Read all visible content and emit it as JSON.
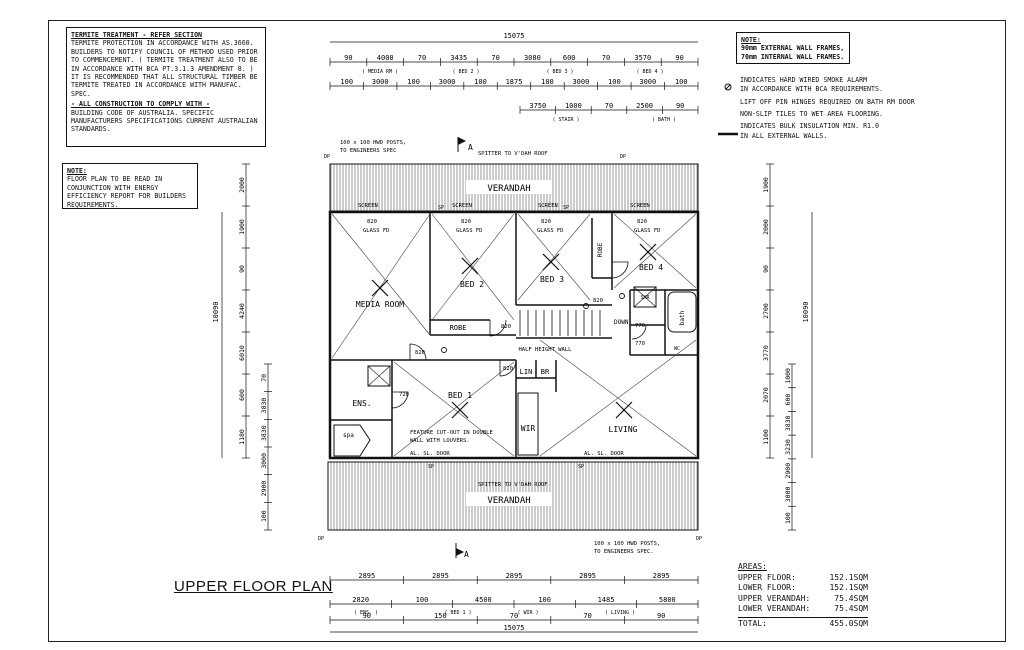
{
  "termite_note": {
    "heading": "TERMITE TREATMENT - REFER SECTION",
    "body": "TERMITE PROTECTION IN ACCORDANCE WITH AS.3660. BUILDERS TO NOTIFY COUNCIL OF METHOD USED PRIOR TO COMMENCEMENT. ( TERMITE TREATMENT ALSO TO BE IN ACCORDANCE WITH BCA PT.3.1.3 AMENDMENT 8. ) IT IS RECOMMENDED THAT ALL STRUCTURAL TIMBER BE TERMITE TREATED IN ACCORDANCE WITH MANUFAC. SPEC.",
    "construction_heading": "- ALL CONSTRUCTION TO COMPLY WITH -",
    "construction_body": "BUILDING CODE OF AUSTRALIA. SPECIFIC MANUFACTURERS SPECIFICATIONS CURRENT AUSTRALIAN STANDARDS."
  },
  "floor_note": {
    "heading": "NOTE:",
    "body": "FLOOR PLAN TO BE READ IN CONJUNCTION WITH ENERGY EFFICIENCY REPORT FOR BUILDERS REQUIREMENTS."
  },
  "wall_note": {
    "heading": "NOTE:",
    "line1": "90mm EXTERNAL WALL FRAMES,",
    "line2": "70mm INTERNAL WALL FRAMES."
  },
  "legend": {
    "smoke_alarm_1": "INDICATES HARD WIRED SMOKE ALARM",
    "smoke_alarm_2": "IN ACCORDANCE WITH BCA REQUIREMENTS.",
    "hinges": "LIFT OFF PIN HINGES REQUIRED ON BATH RM DOOR",
    "tiles": "NON-SLIP TILES TO WET AREA FLOORING.",
    "insulation_1": "INDICATES BULK INSULATION MIN. R1.0",
    "insulation_2": "IN ALL EXTERNAL WALLS."
  },
  "title": "UPPER FLOOR PLAN",
  "areas": {
    "heading": "AREAS:",
    "rows": [
      {
        "label": "UPPER FLOOR:",
        "value": "152.1sqm"
      },
      {
        "label": "LOWER FLOOR:",
        "value": "152.1sqm"
      },
      {
        "label": "UPPER VERANDAH:",
        "value": "75.4sqm"
      },
      {
        "label": "LOWER VERANDAH:",
        "value": "75.4sqm"
      }
    ],
    "total_label": "TOTAL:",
    "total_value": "455.0sqm"
  },
  "plan": {
    "rooms": {
      "media": "MEDIA ROOM",
      "bed2": "BED 2",
      "bed3": "BED 3",
      "bed4": "BED 4",
      "bed1": "BED 1",
      "living": "LIVING",
      "ens": "ENS.",
      "wir": "WIR",
      "lin": "LIN",
      "br": "BR",
      "robe": "ROBE",
      "robe_v": "ROBE",
      "verandah_top": "VERANDAH",
      "verandah_bottom": "VERANDAH",
      "bath": "bath",
      "spa": "spa",
      "shr": "SHR",
      "wc": "WC",
      "down": "DOWN",
      "half_wall": "HALF HEIGHT WALL",
      "feature": "FEATURE CUT-OUT IN DOUBLE",
      "feature2": "WALL WITH LOUVERS."
    },
    "labels": {
      "spitter_top": "SPITTER TO V'DAH ROOF",
      "spitter_bottom": "SPITTER TO V'DAH ROOF",
      "posts_top_1": "100 x 100 HWD POSTS,",
      "posts_top_2": "TO ENGINEERS SPEC",
      "posts_bottom_1": "100 x 100 HWD POSTS,",
      "posts_bottom_2": "TO ENGINEERS SPEC.",
      "screen": "SCREEN",
      "glass_fd": "GLASS FD",
      "al_door": "AL. SL. DOOR",
      "section": "A",
      "dp": "DP",
      "sp": "SP"
    },
    "top_dims_row1": [
      "90",
      "4000",
      "70",
      "3435",
      "70",
      "3080",
      "600",
      "70",
      "3570",
      "90"
    ],
    "top_dims_row1_sub": [
      "( MEDIA RM )",
      "( BED 2 )",
      "( BED 3 )",
      "( BED 4 )"
    ],
    "top_dims_row2": [
      "100",
      "3000",
      "100",
      "3000",
      "100",
      "1875",
      "100",
      "3000",
      "100",
      "3000",
      "100"
    ],
    "top_dims_row3": [
      "3750",
      "1000",
      "70",
      "2500",
      "90"
    ],
    "top_dims_row3_sub": [
      "( STAIR )",
      "( BATH )"
    ],
    "top_overall": "15075",
    "bottom_dims_row1": [
      "2895",
      "2895",
      "2895",
      "2895",
      "2895"
    ],
    "bottom_dims_row2": [
      "2820",
      "100",
      "4500",
      "100",
      "1485",
      "5800"
    ],
    "bottom_dims_row2_sub": [
      "( ENS. )",
      "( BED 1 )",
      "( WIR )",
      "( LIVING )"
    ],
    "bottom_dims_row3": [
      "90",
      "150",
      "70",
      "70",
      "90"
    ],
    "bottom_overall": "15075",
    "left_dims": [
      "2000",
      "1900",
      "90",
      "4240",
      "6010",
      "600",
      "1180",
      "70",
      "3830",
      "3830",
      "3000",
      "2900",
      "100"
    ],
    "left_overall": "10090",
    "right_dims": [
      "1900",
      "2000",
      "90",
      "2700",
      "3770",
      "2070",
      "1100",
      "1000",
      "600",
      "3830",
      "3230",
      "2900",
      "3000",
      "100"
    ],
    "right_overall": "10090",
    "door_sizes": [
      "820",
      "820",
      "820",
      "820",
      "820",
      "820",
      "820",
      "770",
      "770",
      "720",
      "820"
    ]
  }
}
